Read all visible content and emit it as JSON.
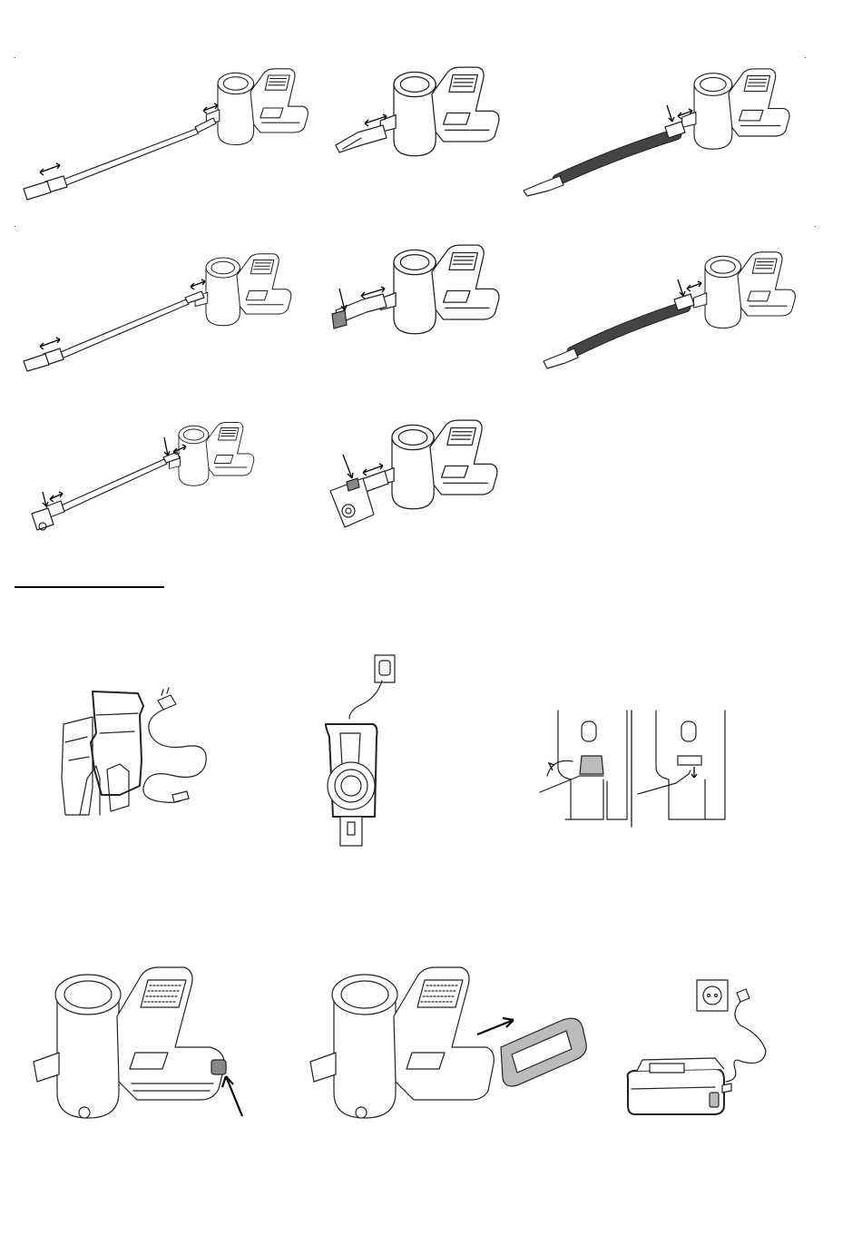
{
  "page": {
    "markers": [
      ".",
      ".",
      ".",
      "."
    ]
  },
  "figures": [
    {
      "id": "fig-1",
      "icon": "stick-vacuum-extension-tube-floor-brush-illustration"
    },
    {
      "id": "fig-2",
      "icon": "handheld-vacuum-crevice-tool-illustration"
    },
    {
      "id": "fig-3",
      "icon": "vacuum-flexible-hose-illustration"
    },
    {
      "id": "fig-4",
      "icon": "stick-vacuum-tube-assembly-illustration"
    },
    {
      "id": "fig-5",
      "icon": "handheld-vacuum-brush-tool-release-illustration"
    },
    {
      "id": "fig-6",
      "icon": "vacuum-hose-release-illustration"
    },
    {
      "id": "fig-7",
      "icon": "stick-vacuum-release-buttons-illustration"
    },
    {
      "id": "fig-8",
      "icon": "handheld-vacuum-mini-turbo-brush-illustration"
    },
    {
      "id": "fig-9",
      "icon": "wall-mount-and-charger-illustration"
    },
    {
      "id": "fig-10",
      "icon": "wall-mount-plugged-in-illustration"
    },
    {
      "id": "fig-11",
      "icon": "wall-mount-cable-routing-illustration"
    },
    {
      "id": "fig-12",
      "icon": "battery-release-button-illustration"
    },
    {
      "id": "fig-13",
      "icon": "battery-removal-illustration"
    },
    {
      "id": "fig-14",
      "icon": "battery-charging-illustration"
    }
  ]
}
